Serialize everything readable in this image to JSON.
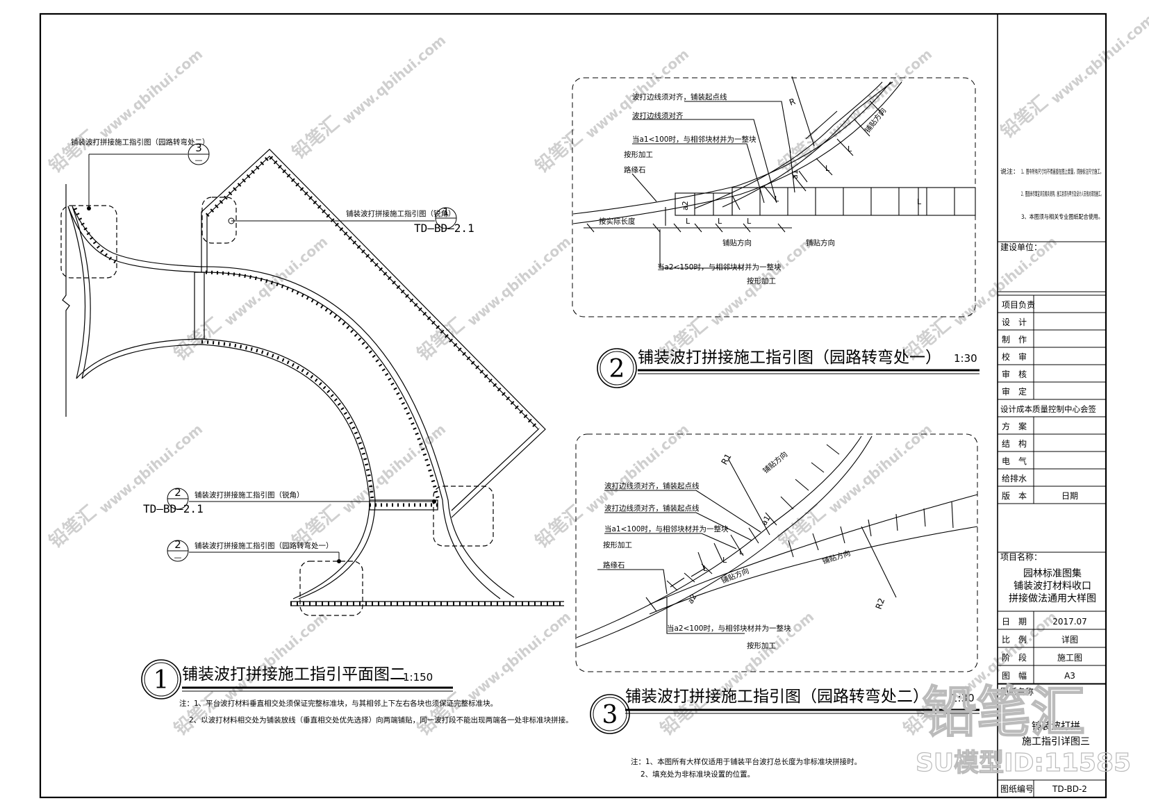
{
  "plan": {
    "ref3_label": "铺装波打拼接施工指引图（园路转弯处二）",
    "ref3_num": "3",
    "ref3_sheet": "—",
    "ref1_label": "铺装波打拼接施工指引图（锐角）",
    "ref1_num": "1",
    "ref1_sheet": "TD—BD—2.1",
    "ref2a_label": "铺装波打拼接施工指引图（锐角）",
    "ref2a_num": "2",
    "ref2a_sheet": "TD—BD—2.1",
    "ref2b_label": "铺装波打拼接施工指引图（园路转弯处一）",
    "ref2b_num": "2",
    "ref2b_sheet": "—",
    "title_num": "1",
    "title": "铺装波打拼接施工指引平面图二",
    "scale": "1:150",
    "note1": "注：1、平台波打材料垂直相交处须保证完整标准块，与其相邻上下左右各块也须保证完整标准块。",
    "note2": "2、以波打材料相交处为铺装放线（垂直相交处优先选择）向两端铺贴，同一波打段不能出现两端各一处非标准块拼接。"
  },
  "detail2": {
    "lbl1": "波打边线须对齐，铺装起点线",
    "lbl2": "波打边线须对齐",
    "lbl3": "当a1<100时，与相邻块材并为一整块",
    "lbl4": "按形加工",
    "lbl5": "路缘石",
    "lbl6": "按实际长度",
    "lbl7": "当a2<150时，与相邻块材并为一整块",
    "lbl8": "按形加工",
    "dir1": "铺贴方向",
    "dir2": "铺贴方向",
    "dir3": "铺贴方向",
    "R": "R",
    "L": "L",
    "a1": "a1",
    "a2": "a2",
    "title_num": "2",
    "title": "铺装波打拼接施工指引图（园路转弯处一）",
    "scale": "1:30"
  },
  "detail3": {
    "lbl1": "波打边线须对齐，铺装起点线",
    "lbl2": "波打边线须对齐，铺装起点线",
    "lbl3": "当a1<100时，与相邻块材并为一整块",
    "lbl4": "按形加工",
    "lbl5": "路缘石",
    "lbl6": "当a2<100时，与相邻块材并为一整块",
    "lbl7": "按形加工",
    "dir1": "铺贴方向",
    "dir2": "铺贴方向",
    "dir3": "铺贴方向",
    "R1": "R1",
    "R2": "R2",
    "L": "L",
    "a1": "a1",
    "a2": "a2",
    "title_num": "3",
    "title": "铺装波打拼接施工指引图（园路转弯处二）",
    "scale": "1:30",
    "note1": "注：1、本图所有大样仅适用于铺装平台波打总长度为非标准块拼接时。",
    "note2": "2、填充处为非标准块设置的位置。"
  },
  "titleblock": {
    "notes_head": "说注：",
    "note1": "1、图中所有尺寸均不得直接在图上度量，须按标注尺寸施工。",
    "note2": "2、图面未尽事宜详见相关说明，施工前须与甲方及设计人员核对现场施工。",
    "note3": "3、本图须与相关专业图纸配合使用。",
    "client_label": "建设单位：",
    "rows_a": [
      {
        "label": "项目负责",
        "value": ""
      },
      {
        "label": "设　计",
        "value": ""
      },
      {
        "label": "制　作",
        "value": ""
      },
      {
        "label": "校　审",
        "value": ""
      },
      {
        "label": "审　核",
        "value": ""
      },
      {
        "label": "审　定",
        "value": ""
      }
    ],
    "company": "设计成本质量控制中心会签",
    "rows_b": [
      {
        "label": "方　案",
        "value": ""
      },
      {
        "label": "结　构",
        "value": ""
      },
      {
        "label": "电　气",
        "value": ""
      },
      {
        "label": "给排水",
        "value": ""
      },
      {
        "label": "版　本",
        "value": "日期"
      }
    ],
    "project_label": "项目名称：",
    "project_lines": [
      "园林标准图集",
      "铺装波打材料收口",
      "拼接做法通用大样图"
    ],
    "rows_c": [
      {
        "label": "日　期",
        "value": "2017.07"
      },
      {
        "label": "比　例",
        "value": "详图"
      },
      {
        "label": "阶　段",
        "value": "施工图"
      },
      {
        "label": "图　幅",
        "value": "A3"
      }
    ],
    "name_label": "图纸名称",
    "name_lines": [
      "铺装波打拼",
      "施工指引详图三"
    ],
    "number_label": "图纸编号",
    "number": "TD-BD-2"
  },
  "watermark": {
    "brand": "铅笔汇",
    "site": "www.qbihui.com",
    "stamp": "SU模型ID:11585"
  },
  "colors": {
    "line": "#000000",
    "watermark": "#cfcfcf"
  }
}
